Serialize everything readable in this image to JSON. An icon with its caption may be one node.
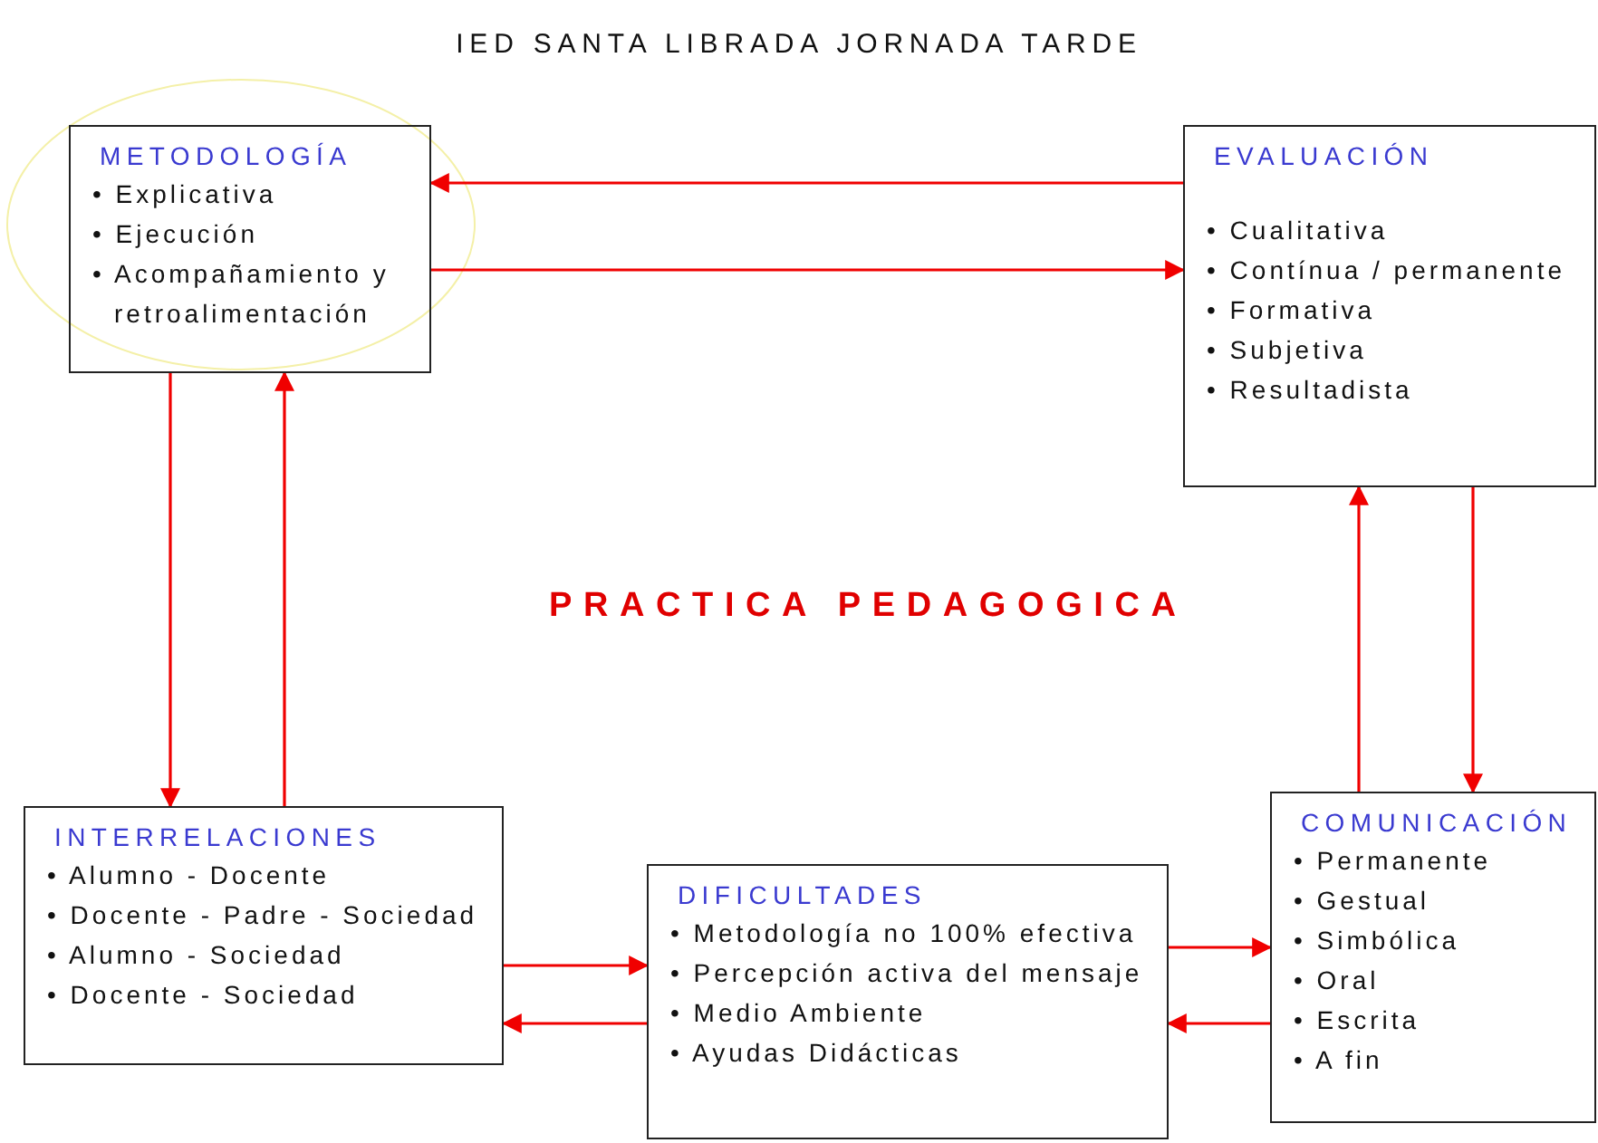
{
  "diagram": {
    "title": "IED SANTA LIBRADA JORNADA TARDE",
    "nodes": [
      {
        "text": [
          "METODOLOGÍA",
          "• Explicativa",
          "• Ejecución",
          "• Acompañamiento y retroalimentación"
        ]
      },
      {
        "text": [
          "EVALUACIÓN",
          "• Cualitativa",
          "• Contínua / permanente",
          "• Formativa",
          "• Subjetiva",
          "• Resultadista"
        ]
      },
      {
        "text": [
          "INTERRELACIONES",
          "• Alumno - Docente",
          "• Docente - Padre - Sociedad",
          "• Alumno - Sociedad",
          "• Docente - Sociedad"
        ]
      },
      {
        "text": [
          "DIFICULTADES",
          "• Metodología no 100% efectiva",
          "• Percepción activa del mensaje",
          "• Medio Ambiente",
          "• Ayudas Didácticas"
        ]
      },
      {
        "text": [
          "COMUNICACIÓN",
          "• Permanente",
          "• Gestual",
          "• Simbólica",
          "• Oral",
          "• Escrita",
          "• A fin"
        ]
      }
    ],
    "edges": [
      {
        "from": 1,
        "to": 0,
        "arrow": "to"
      },
      {
        "from": 0,
        "to": 1,
        "arrow": "to"
      },
      {
        "from": 0,
        "to": 2,
        "arrow": "to"
      },
      {
        "from": 2,
        "to": 0,
        "arrow": "to"
      },
      {
        "from": 2,
        "to": 3,
        "arrow": "to"
      },
      {
        "from": 3,
        "to": 2,
        "arrow": "to"
      },
      {
        "from": 3,
        "to": 4,
        "arrow": "to"
      },
      {
        "from": 4,
        "to": 3,
        "arrow": "to"
      },
      {
        "from": 4,
        "to": 1,
        "arrow": "to"
      },
      {
        "from": 1,
        "to": 4,
        "arrow": "to"
      }
    ],
    "labels": [
      "PRACTICA PEDAGOGICA"
    ]
  }
}
